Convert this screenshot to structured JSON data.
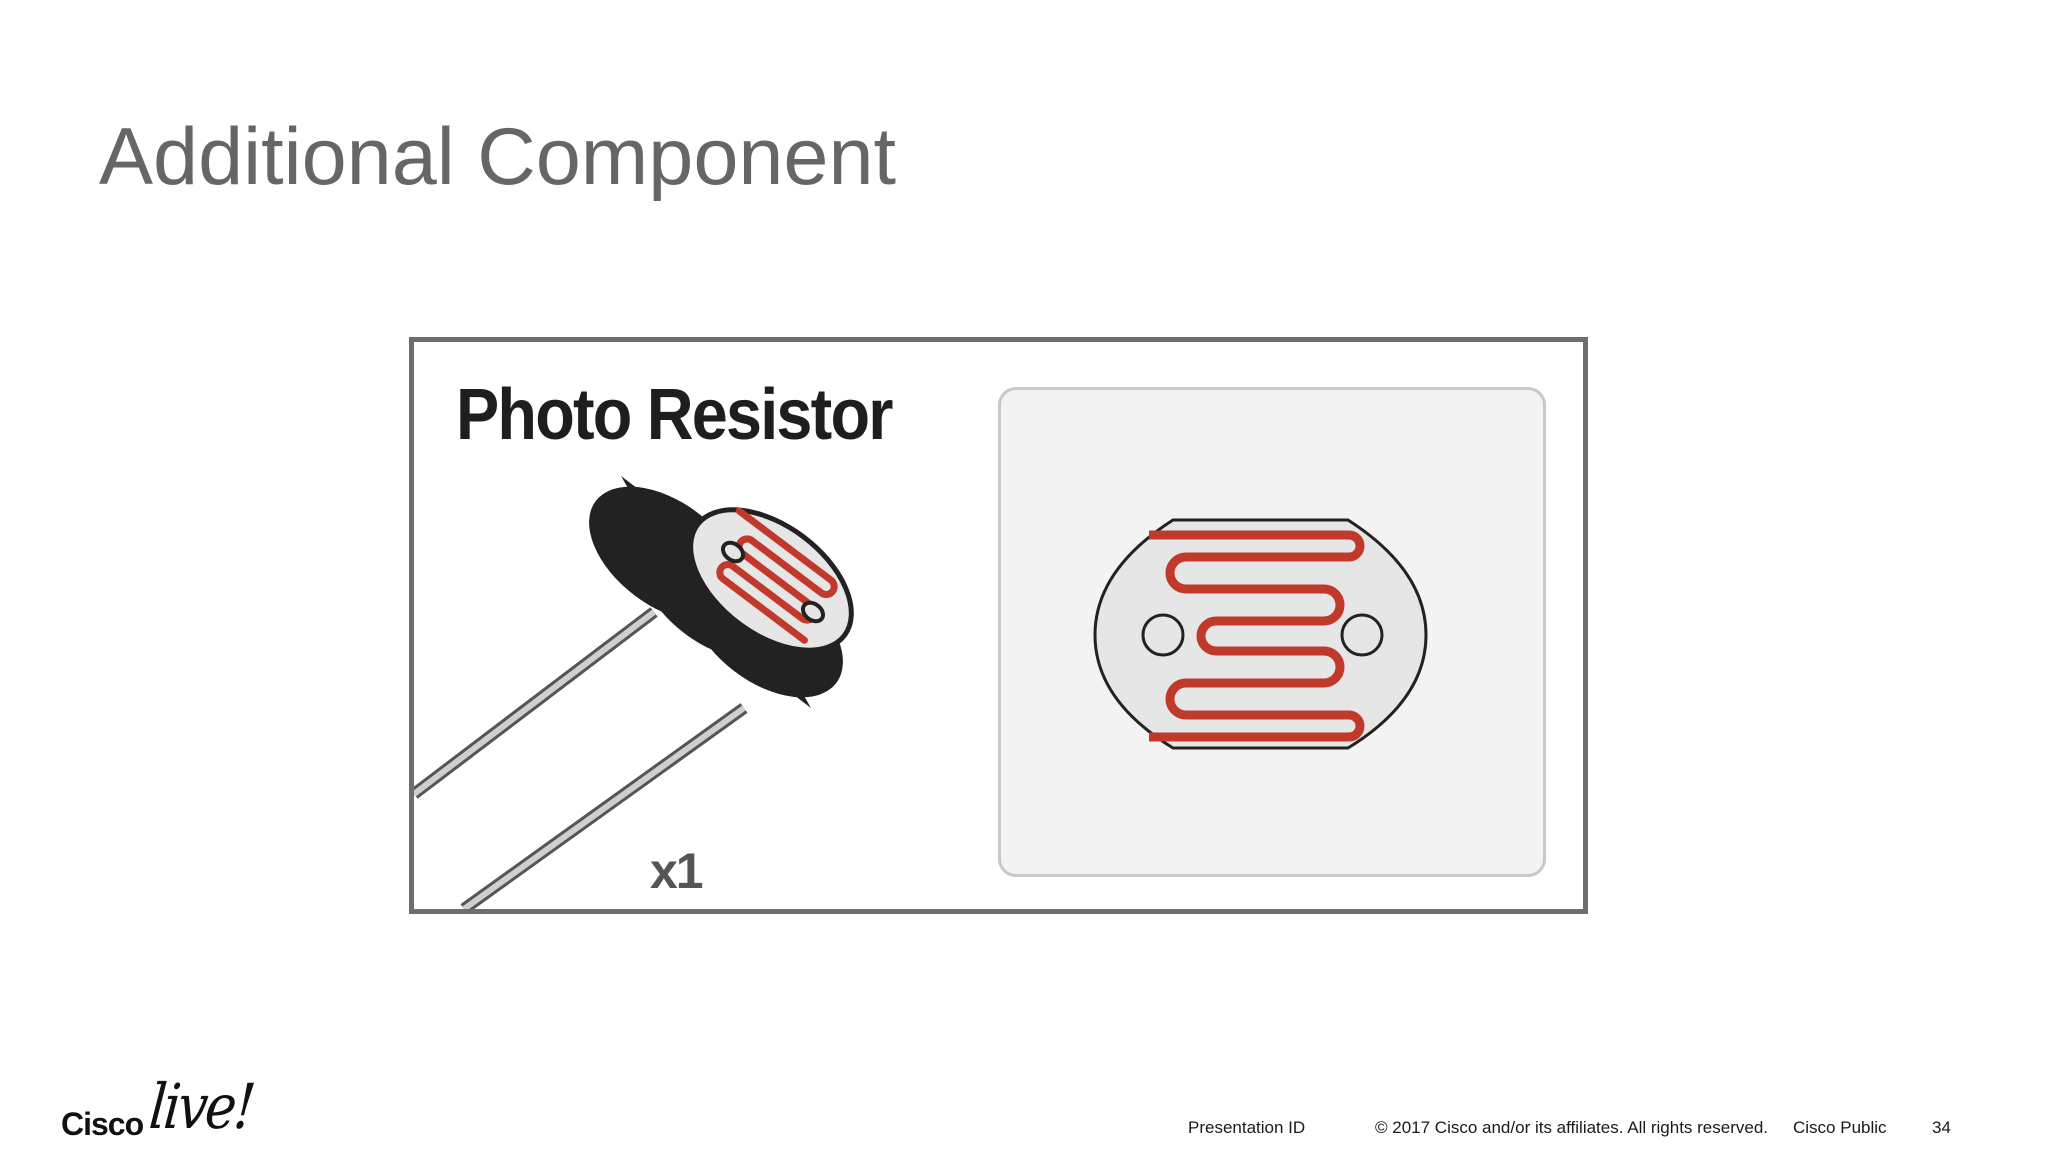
{
  "slide": {
    "title": "Additional Component"
  },
  "figure": {
    "component_name": "Photo Resistor",
    "quantity": "x1",
    "colors": {
      "frame": "#6e6e6e",
      "trace": "#c0392b",
      "body": "#222222",
      "face": "#e6e6e7",
      "card": "#f3f3f4"
    }
  },
  "footer": {
    "logo_word": "Cisco",
    "logo_script": "live!",
    "presentation_id": "Presentation ID",
    "copyright": "© 2017  Cisco and/or its affiliates. All rights reserved.",
    "classification": "Cisco Public",
    "page_number": "34"
  }
}
